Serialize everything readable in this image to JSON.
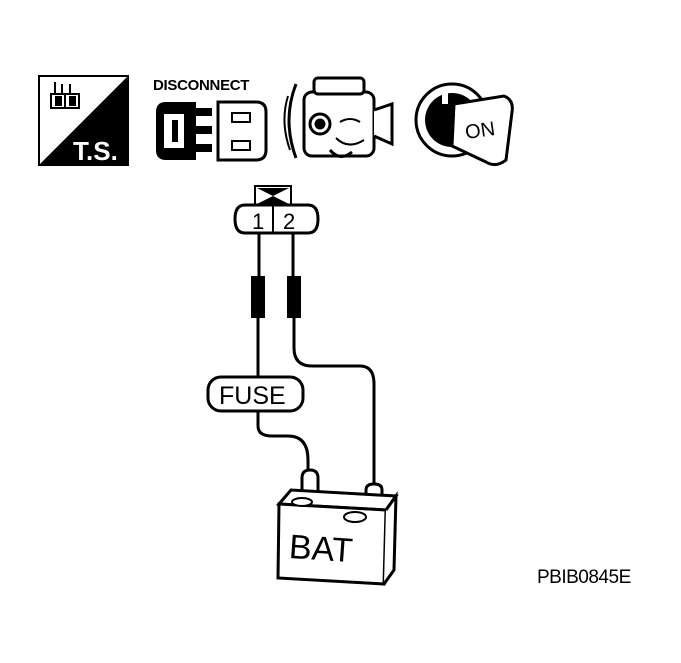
{
  "icons": {
    "ts": {
      "label": "T.S.",
      "name": "troubleshooting-icon"
    },
    "disconnect": {
      "label": "DISCONNECT",
      "name": "disconnect-connector-icon"
    },
    "engine": {
      "name": "engine-icon"
    },
    "ignition": {
      "label": "ON",
      "name": "ignition-key-on-icon"
    }
  },
  "connector": {
    "pins": [
      "1",
      "2"
    ]
  },
  "fuse": {
    "label": "FUSE"
  },
  "battery": {
    "label": "BAT"
  },
  "figure_code": "PBIB0845E",
  "colors": {
    "ink": "#000000",
    "paper": "#ffffff",
    "fill_dark": "#111111"
  }
}
